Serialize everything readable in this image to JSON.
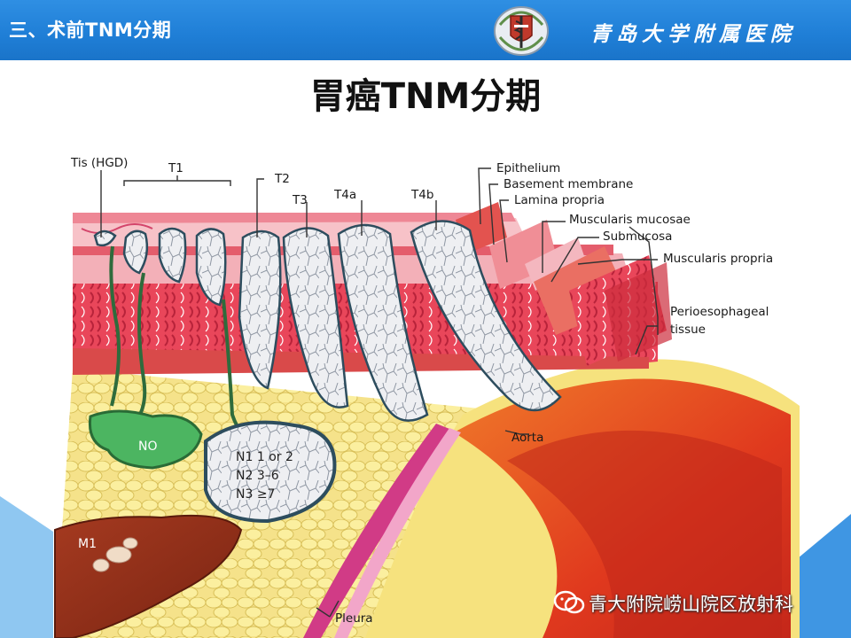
{
  "header": {
    "section_title": "三、术前TNM分期",
    "hospital_name": "青岛大学附属医院"
  },
  "slide": {
    "title": "胃癌TNM分期"
  },
  "figure": {
    "labels": {
      "tis": "Tis (HGD)",
      "t1": "T1",
      "t2": "T2",
      "t3": "T3",
      "t4a": "T4a",
      "t4b": "T4b",
      "epithelium": "Epithelium",
      "basement": "Basement membrane",
      "lamina": "Lamina propria",
      "muscularis_mucosae": "Muscularis mucosae",
      "submucosa": "Submucosa",
      "muscularis_propria": "Muscularis propria",
      "periesophageal_1": "Perioesophageal",
      "periesophageal_2": "tissue",
      "aorta": "Aorta",
      "pleura": "Pleura",
      "n0": "NO",
      "n1": "N1  1 or 2",
      "n2": "N2  3–6",
      "n3": "N3  ≥7",
      "m1": "M1"
    }
  },
  "watermark": {
    "text": "青大附院崂山院区放射科"
  },
  "icons": {
    "emblem": "hospital-emblem-icon",
    "wechat": "wechat-icon"
  },
  "colors": {
    "header_blue": "#1f7ed6",
    "accent_blue": "#2f8fe3"
  }
}
